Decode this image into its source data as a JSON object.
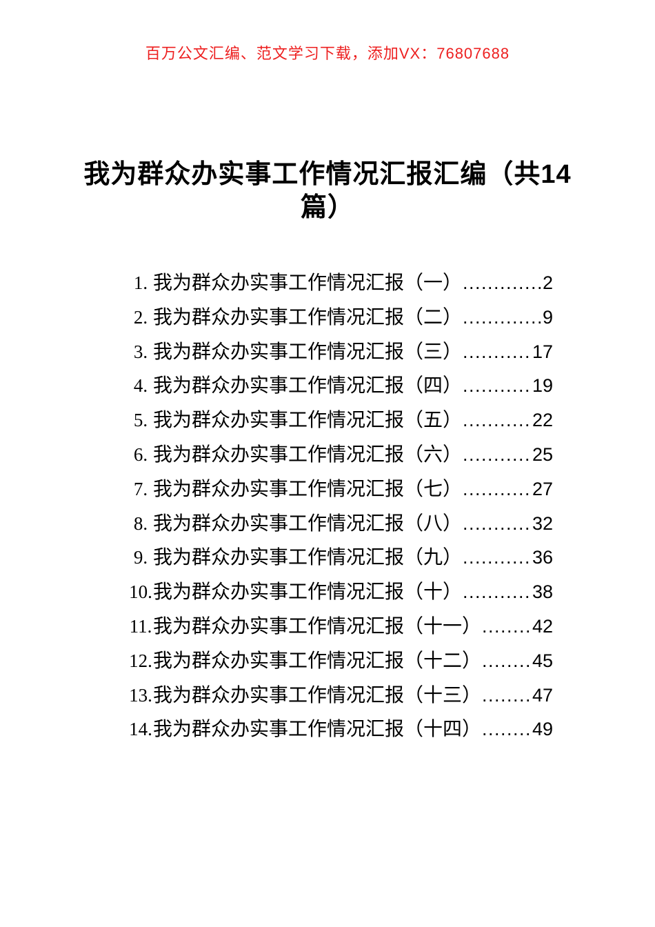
{
  "colors": {
    "accent_red": "#ed1f1f",
    "text": "#000000",
    "page_background": "#ffffff"
  },
  "header": {
    "note": "百万公文汇编、范文学习下载，添加VX：76807688"
  },
  "document": {
    "title_full": "我为群众办实事工作情况汇报汇编（共14篇）",
    "title_lines": [
      "我为群众办实事工作情况汇报汇编（共14",
      "篇）"
    ]
  },
  "toc": {
    "leader_dots": "............................................................",
    "items": [
      {
        "num": "1.",
        "label": "我为群众办实事工作情况汇报（一）",
        "page": "2"
      },
      {
        "num": "2.",
        "label": "我为群众办实事工作情况汇报（二）",
        "page": "9"
      },
      {
        "num": "3.",
        "label": "我为群众办实事工作情况汇报（三）",
        "page": "17"
      },
      {
        "num": "4.",
        "label": "我为群众办实事工作情况汇报（四）",
        "page": "19"
      },
      {
        "num": "5.",
        "label": "我为群众办实事工作情况汇报（五）",
        "page": "22"
      },
      {
        "num": "6.",
        "label": "我为群众办实事工作情况汇报（六）",
        "page": "25"
      },
      {
        "num": "7.",
        "label": "我为群众办实事工作情况汇报（七）",
        "page": "27"
      },
      {
        "num": "8.",
        "label": "我为群众办实事工作情况汇报（八）",
        "page": "32"
      },
      {
        "num": "9.",
        "label": "我为群众办实事工作情况汇报（九）",
        "page": "36"
      },
      {
        "num": "10.",
        "label": "我为群众办实事工作情况汇报（十）",
        "page": "38"
      },
      {
        "num": "11.",
        "label": "我为群众办实事工作情况汇报（十一）",
        "page": "42"
      },
      {
        "num": "12.",
        "label": "我为群众办实事工作情况汇报（十二）",
        "page": "45"
      },
      {
        "num": "13.",
        "label": "我为群众办实事工作情况汇报（十三）",
        "page": "47"
      },
      {
        "num": "14.",
        "label": "我为群众办实事工作情况汇报（十四）",
        "page": "49"
      }
    ]
  }
}
